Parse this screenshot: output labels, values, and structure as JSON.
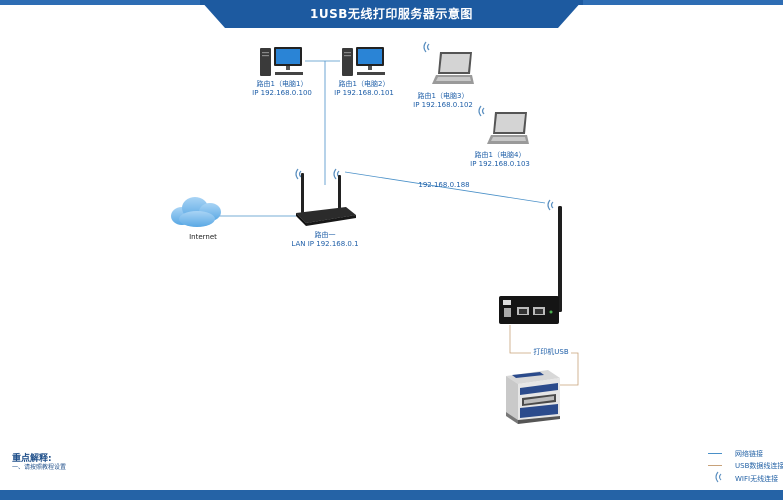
{
  "title": "1USB无线打印服务器示意图",
  "devices": {
    "pc1": {
      "name": "路由1（电脑1）",
      "ip": "IP 192.168.0.100"
    },
    "pc2": {
      "name": "路由1（电脑2）",
      "ip": "IP 192.168.0.101"
    },
    "laptop3": {
      "name": "路由1（电脑3）",
      "ip": "IP 192.168.0.102"
    },
    "laptop4": {
      "name": "路由1（电脑4）",
      "ip": "IP 192.168.0.103"
    },
    "internet": {
      "name": "Internet"
    },
    "router": {
      "name": "路由一",
      "ip": "LAN IP 192.168.0.1"
    },
    "print_server": {
      "ip": "192.168.0.188"
    },
    "printer_link": {
      "label": "打印机USB"
    }
  },
  "notes": {
    "title": "重点解释:",
    "item1": "一、请按照教程设置"
  },
  "legend": {
    "network": "网络链接",
    "usb": "USB数据线连接",
    "wifi": "WIFI无线连接"
  },
  "colors": {
    "header": "#1d5aa0",
    "network_line": "#4a90c8",
    "usb_line": "#c8a27a",
    "label": "#1f5fa8"
  }
}
